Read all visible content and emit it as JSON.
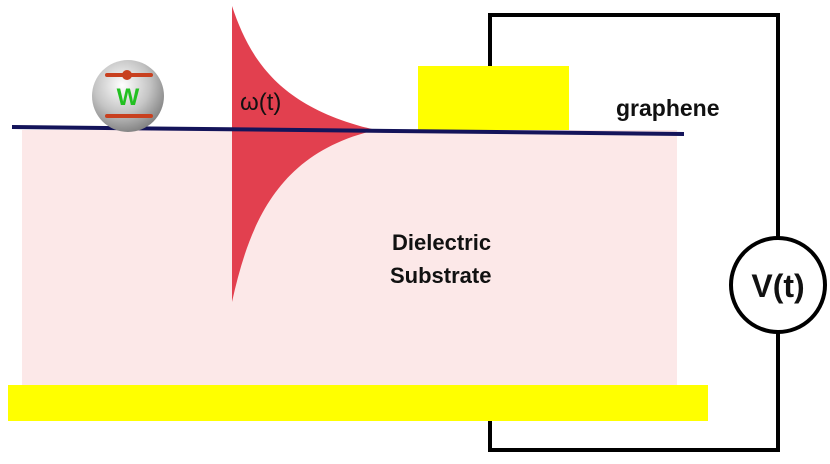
{
  "labels": {
    "emitter": "W",
    "frequency": "ω(t)",
    "graphene": "graphene",
    "substrate_line1": "Dielectric",
    "substrate_line2": "Substrate",
    "source": "V(t)"
  },
  "colors": {
    "substrate": "#fce8e8",
    "gold_contact": "#ffff00",
    "graphene_line": "#14145a",
    "plasmon_field": "#e2404f",
    "circuit_wire": "#000000",
    "emitter_sphere": "#b3b3b3",
    "emitter_levels": "#c8401f",
    "emitter_label": "#22c021"
  }
}
